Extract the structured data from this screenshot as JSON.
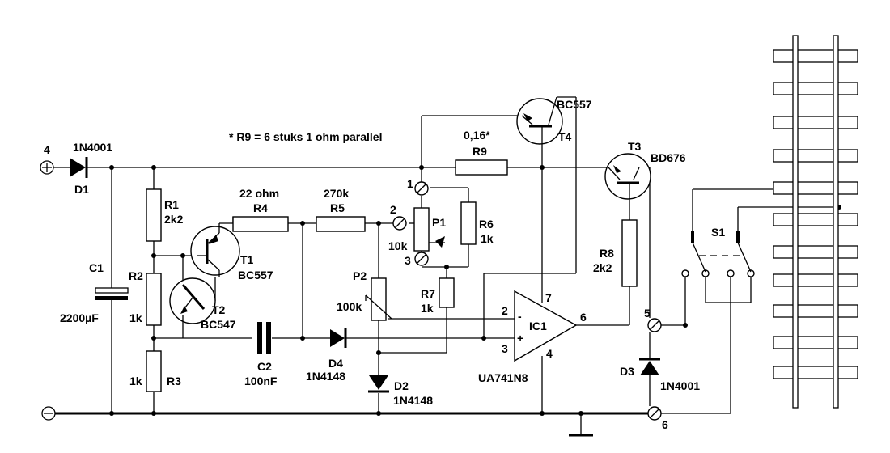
{
  "note": "* R9 = 6 stuks 1 ohm parallel",
  "terminals": {
    "plus_num": "4",
    "t1": "1",
    "t2": "2",
    "t3": "3",
    "t5": "5",
    "t6": "6",
    "plus_sym": "⊕",
    "minus_sym": "⊖"
  },
  "diodes": {
    "d1": {
      "name": "D1",
      "value": "1N4001"
    },
    "d2": {
      "name": "D2",
      "value": "1N4148"
    },
    "d3": {
      "name": "D3",
      "value": "1N4001"
    },
    "d4": {
      "name": "D4",
      "value": "1N4148"
    }
  },
  "capacitors": {
    "c1": {
      "name": "C1",
      "value": "2200µF"
    },
    "c2": {
      "name": "C2",
      "value": "100nF"
    }
  },
  "resistors": {
    "r1": {
      "name": "R1",
      "value": "2k2"
    },
    "r2": {
      "name": "R2",
      "value": "1k"
    },
    "r3": {
      "name": "R3",
      "value": "1k"
    },
    "r4": {
      "name": "R4",
      "value": "22 ohm"
    },
    "r5": {
      "name": "R5",
      "value": "270k"
    },
    "r6": {
      "name": "R6",
      "value": "1k"
    },
    "r7": {
      "name": "R7",
      "value": "1k"
    },
    "r8": {
      "name": "R8",
      "value": "2k2"
    },
    "r9": {
      "name": "R9",
      "value": "0,16*"
    }
  },
  "pots": {
    "p1": {
      "name": "P1",
      "value": "10k"
    },
    "p2": {
      "name": "P2",
      "value": "100k"
    }
  },
  "transistors": {
    "t1": {
      "name": "T1",
      "type": "BC557"
    },
    "t2": {
      "name": "T2",
      "type": "BC547"
    },
    "t3": {
      "name": "T3",
      "type": "BD676"
    },
    "t4": {
      "name": "T4",
      "type": "BC557"
    }
  },
  "ic": {
    "name": "IC1",
    "type": "UA741N8",
    "pin_in_minus": "2",
    "pin_in_plus": "3",
    "pin_out": "6",
    "pin_vpos": "7",
    "pin_vneg": "4",
    "minus_sign": "-",
    "plus_sign": "+"
  },
  "switch": {
    "name": "S1"
  }
}
